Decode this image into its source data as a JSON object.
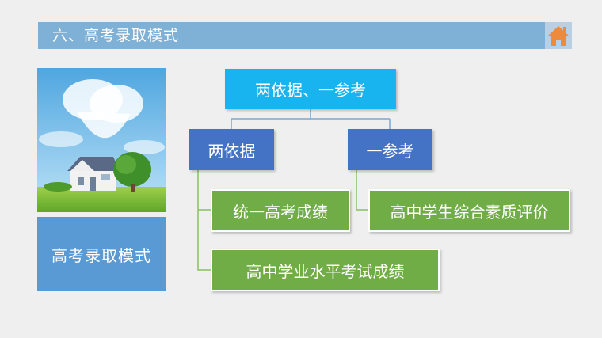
{
  "header": {
    "title": "六、高考录取模式",
    "home_icon": "home-icon"
  },
  "sidebar": {
    "label": "高考录取模式",
    "photo_icon": "house-landscape-image"
  },
  "diagram": {
    "root": "两依据、一参考",
    "branches": [
      {
        "label": "两依据",
        "children": [
          "统一高考成绩",
          "高中学业水平考试成绩"
        ]
      },
      {
        "label": "一参考",
        "children": [
          "高中学生综合素质评价"
        ]
      }
    ]
  },
  "colors": {
    "title_bar": "#7fb0d6",
    "home_icon": "#ee8a3c",
    "root_box": "#18b4ef",
    "branch_box": "#4472c4",
    "leaf_box": "#70ad47",
    "side_label": "#5a9ad4"
  }
}
